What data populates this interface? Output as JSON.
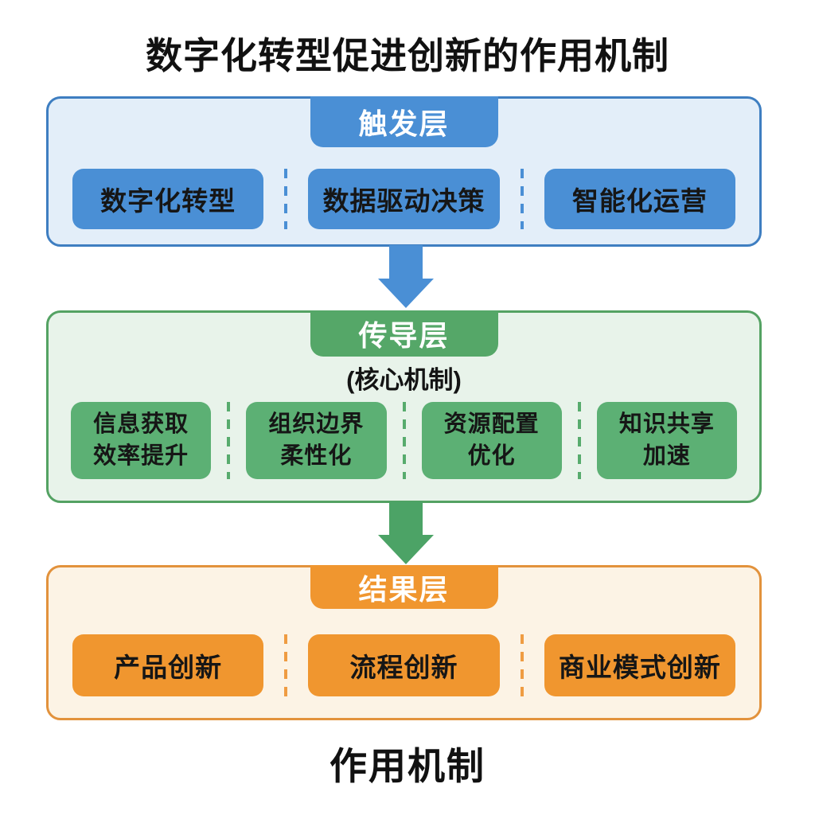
{
  "title": "数字化转型促进创新的作用机制",
  "footer": "作用机制",
  "colors": {
    "blue_accent": "#4A8FD5",
    "blue_border": "#3E7EC1",
    "blue_bg": "#E3EEF9",
    "green_tab": "#55A768",
    "green_box": "#5CB074",
    "green_border": "#54A263",
    "green_bg": "#E8F3EA",
    "green_arrow": "#4CA366",
    "orange_accent": "#F0962F",
    "orange_border": "#E2923C",
    "orange_bg": "#FCF3E5",
    "text_dark": "#161616",
    "tab_text": "#FFFFFF"
  },
  "layers": [
    {
      "label": "触发层",
      "subtitle": "",
      "items": [
        "数字化转型",
        "数据驱动决策",
        "智能化运营"
      ]
    },
    {
      "label": "传导层",
      "subtitle": "(核心机制)",
      "items": [
        "信息获取\n效率提升",
        "组织边界\n柔性化",
        "资源配置\n优化",
        "知识共享\n加速"
      ]
    },
    {
      "label": "结果层",
      "subtitle": "",
      "items": [
        "产品创新",
        "流程创新",
        "商业模式创新"
      ]
    }
  ],
  "arrows": [
    {
      "icon": "down-arrow"
    },
    {
      "icon": "down-arrow"
    }
  ]
}
